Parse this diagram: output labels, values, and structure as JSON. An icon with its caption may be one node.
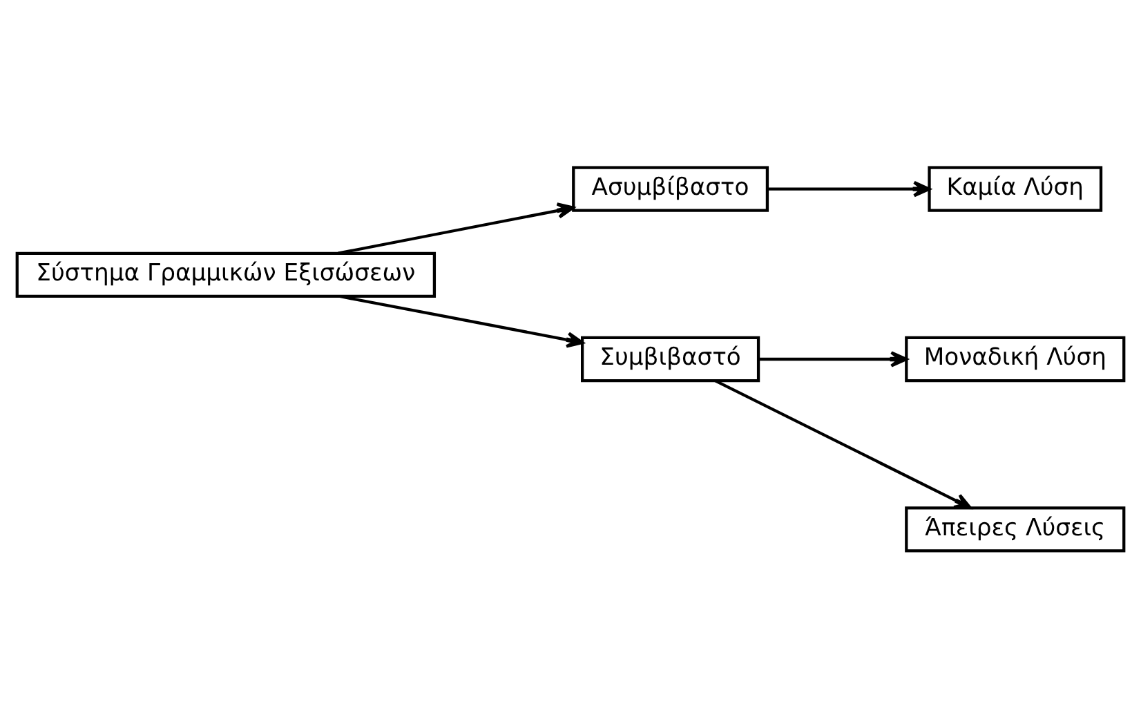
{
  "diagram": {
    "nodes": [
      {
        "text": [
          "Σύστημα Γραμμικών Εξισώσεων"
        ]
      },
      {
        "text": [
          "Ασυμβίβαστο"
        ]
      },
      {
        "text": [
          "Καμία Λύση"
        ]
      },
      {
        "text": [
          "Συμβιβαστό"
        ]
      },
      {
        "text": [
          "Μοναδική Λύση"
        ]
      },
      {
        "text": [
          "Άπειρες Λύσεις"
        ]
      }
    ],
    "edges": [
      {
        "from": 0,
        "to": 1,
        "arrow": "to"
      },
      {
        "from": 1,
        "to": 2,
        "arrow": "to"
      },
      {
        "from": 0,
        "to": 3,
        "arrow": "to"
      },
      {
        "from": 3,
        "to": 4,
        "arrow": "to"
      },
      {
        "from": 3,
        "to": 5,
        "arrow": "to"
      }
    ]
  }
}
